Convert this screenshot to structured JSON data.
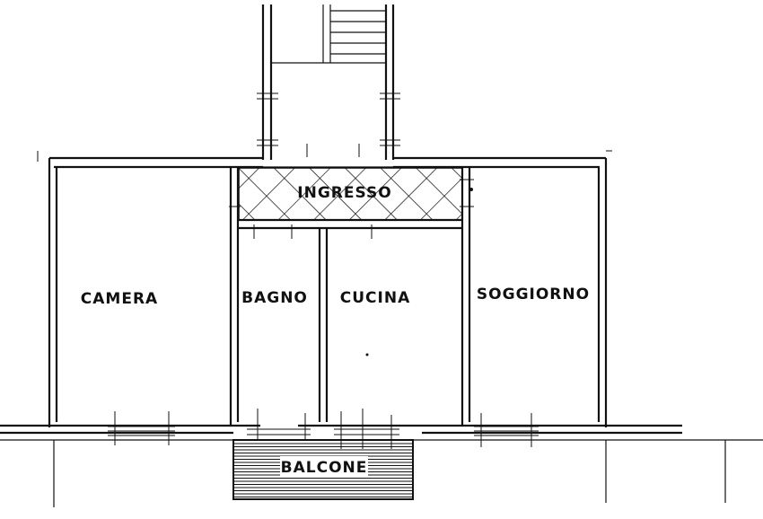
{
  "rooms": {
    "camera": "CAMERA",
    "bagno": "BAGNO",
    "cucina": "CUCINA",
    "soggiorno": "SOGGIORNO",
    "ingresso": "INGRESSO",
    "balcone": "BALCONE"
  }
}
